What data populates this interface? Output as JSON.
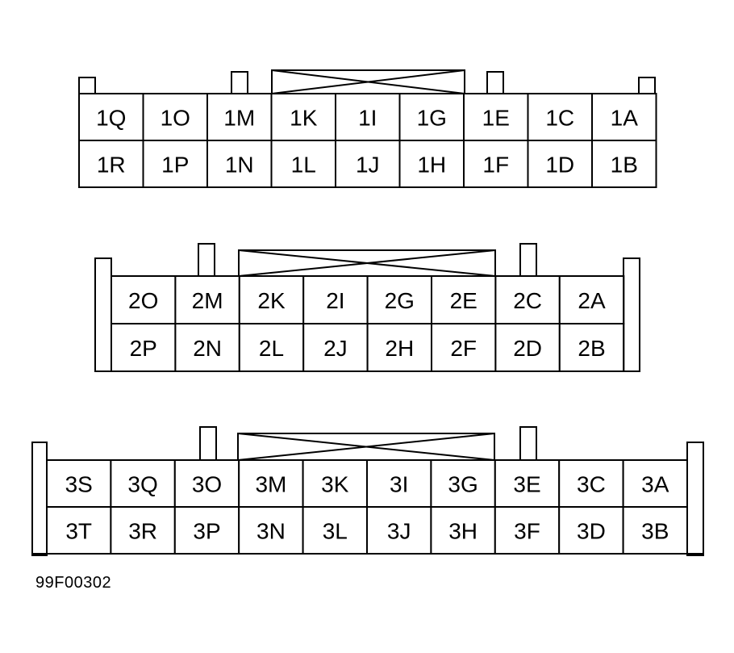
{
  "connectors": [
    {
      "name": "connector-1",
      "top_row": [
        "1Q",
        "1O",
        "1M",
        "1K",
        "1I",
        "1G",
        "1E",
        "1C",
        "1A"
      ],
      "bottom_row": [
        "1R",
        "1P",
        "1N",
        "1L",
        "1J",
        "1H",
        "1F",
        "1D",
        "1B"
      ]
    },
    {
      "name": "connector-2",
      "top_row": [
        "2O",
        "2M",
        "2K",
        "2I",
        "2G",
        "2E",
        "2C",
        "2A"
      ],
      "bottom_row": [
        "2P",
        "2N",
        "2L",
        "2J",
        "2H",
        "2F",
        "2D",
        "2B"
      ]
    },
    {
      "name": "connector-3",
      "top_row": [
        "3S",
        "3Q",
        "3O",
        "3M",
        "3K",
        "3I",
        "3G",
        "3E",
        "3C",
        "3A"
      ],
      "bottom_row": [
        "3T",
        "3R",
        "3P",
        "3N",
        "3L",
        "3J",
        "3H",
        "3F",
        "3D",
        "3B"
      ]
    }
  ],
  "figure_code": "99F00302"
}
